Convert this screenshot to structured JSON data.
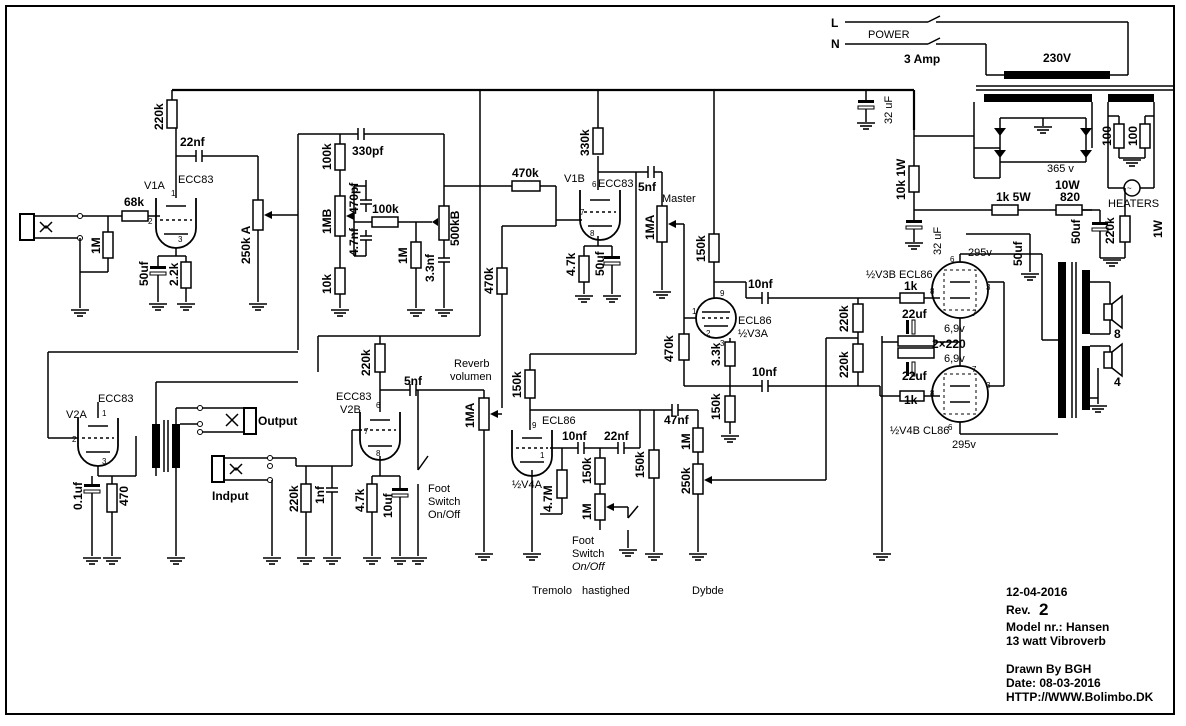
{
  "mains": {
    "line": "L",
    "neutral": "N",
    "power": "POWER",
    "fuse": "3 Amp",
    "voltage": "230V"
  },
  "psu": {
    "cap_main": "32 uF",
    "r_10k": "10k 1W",
    "cap_32": "32 uF",
    "r_1k": "1k  5W",
    "r_820": "820",
    "watt_10": "10W",
    "cap_50": "50uf",
    "r_220": "220k",
    "r_1w": "1W",
    "v365": "365 v",
    "heater_r1": "100",
    "heater_r2": "100",
    "heaters": "HEATERS"
  },
  "v1a": {
    "tube": "ECC83",
    "name": "V1A",
    "r_plate": "220k",
    "c_out": "22nf",
    "r_grid": "68k",
    "r_1m": "1M",
    "c_cath": "50uf",
    "r_cath": "2.2k",
    "pot": "250k A",
    "pin1": "1",
    "pin2": "2",
    "pin3": "3"
  },
  "tone": {
    "r_100k": "100k",
    "c_330": "330pf",
    "c_470": "470pf",
    "pot_1mb": "1MB",
    "c_47n": "4.7nf",
    "r_100k2": "100k",
    "r_1m": "1M",
    "c_33n": "3.3nf",
    "pot_500k": "500kB",
    "r_10k": "10k"
  },
  "v1b": {
    "r_470k": "470k",
    "name": "V1B",
    "tube": "ECC83",
    "r_330k": "330k",
    "c_5n": "5nf",
    "master_label": "Master",
    "master": "1MA",
    "r_47k": "4.7k",
    "c_50": "50uf",
    "r_470k2": "470k",
    "pin6": "6",
    "pin7": "7",
    "pin8": "8"
  },
  "v2a": {
    "tube": "ECC83",
    "name": "V2A",
    "c_01": "0.1uf",
    "r_470": "470",
    "output": "Output",
    "input": "Indput",
    "pin1": "1",
    "pin2": "2",
    "pin3": "3"
  },
  "v2b": {
    "r_220k": "220k",
    "c_5n": "5nf",
    "tube": "ECC83",
    "name": "V2B",
    "r_220k2": "220k",
    "c_1n": "1nf",
    "r_47k": "4.7k",
    "c_10": "10uf",
    "reverb1": "Reverb",
    "reverb2": "volumen",
    "pot": "1MA",
    "foot1": "Foot",
    "foot2": "Switch",
    "foot3": "On/Off",
    "pin6": "6",
    "pin7": "7",
    "pin8": "8"
  },
  "v4a": {
    "r_150k": "150k",
    "tube": "ECL86",
    "name": "½V4A",
    "r_47m": "4.7M",
    "c_10n": "10nf",
    "c_22n": "22nf",
    "c_47n": "47nf",
    "r_150k2": "150k",
    "r_150k3": "150k",
    "pot_1m": "1M",
    "r_1m": "1M",
    "pot_250k": "250k",
    "foot1": "Foot",
    "foot2": "Switch",
    "foot3": "On/Off",
    "tremolo": "Tremolo",
    "hastighed": "hastighed",
    "dybde": "Dybde",
    "pin9": "9",
    "pin1": "1"
  },
  "v3a": {
    "r_150k": "150k",
    "c_10n": "10nf",
    "tube": "ECL86",
    "name": "½V3A",
    "r_470k": "470k",
    "r_33k": "3.3k",
    "c_10n2": "10nf",
    "r_150k2": "150k",
    "r_220k": "220k",
    "r_220k2": "220k",
    "pin1": "1",
    "pin2": "2",
    "pin3": "3",
    "pin9": "9"
  },
  "output_stage": {
    "v3b": "½V3B ECL86",
    "v4b": "½V4B CL86",
    "r_1k": "1k",
    "r_1k2": "1k",
    "c_22": "22uf",
    "c_22b": "22uf",
    "v69": "6,9v",
    "v69b": "6,9v",
    "r_220": "2×220",
    "v295": "295v",
    "v295b": "295v",
    "c_50": "50uf",
    "spk8": "8",
    "spk4": "4",
    "pin3": "3",
    "pin6": "6",
    "pin7": "7",
    "pin8": "8"
  },
  "info": {
    "date": "12-04-2016",
    "rev_label": "Rev.",
    "rev": "2",
    "model": "Model nr.: Hansen",
    "desc": "13 watt Vibroverb",
    "drawn": "Drawn By BGH",
    "date2": "Date: 08-03-2016",
    "url": "HTTP://WWW.Bolimbo.DK"
  }
}
